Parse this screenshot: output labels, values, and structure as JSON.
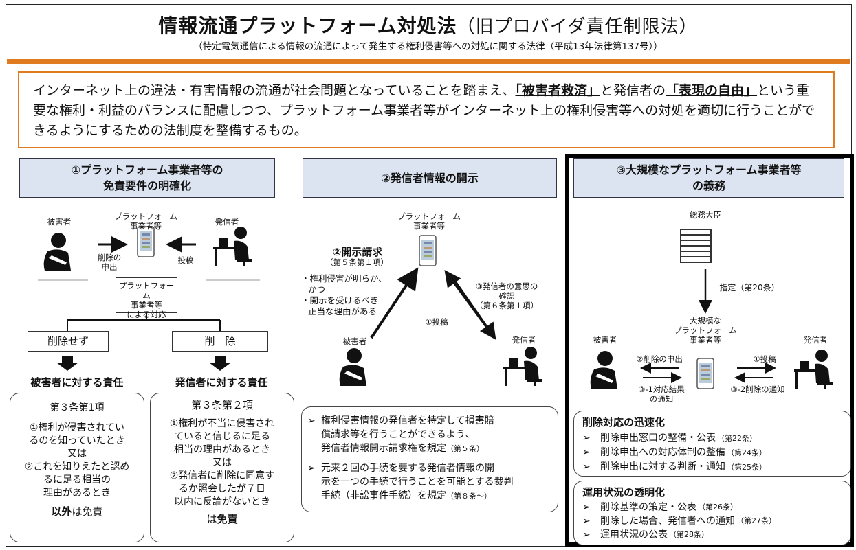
{
  "header": {
    "title": "情報流通プラットフォーム対処法",
    "title_old": "（旧プロバイダ責任制限法）",
    "subtitle": "（特定電気通信による情報の流通によって発生する権利侵害等への対処に関する法律（平成13年法律第137号））"
  },
  "intro": {
    "p1": "インターネット上の違法・有害情報の流通が社会問題となっていることを踏まえ、",
    "u1": "「被害者救済」",
    "p2": "と発信者の",
    "u2": "「表現の自由」",
    "p3": "という重要な権利・利益のバランスに配慮しつつ、プラットフォーム事業者等がインターネット上の権利侵害等への対処を適切に行うことができるようにするための法制度を整備するもの。"
  },
  "section1": {
    "heading_line1": "①プラットフォーム事業者等の",
    "heading_line2": "免責要件の明確化",
    "victim": "被害者",
    "platform_line1": "プラットフォーム",
    "platform_line2": "事業者等",
    "sender": "発信者",
    "request_line1": "削除の",
    "request_line2": "申出",
    "post": "投稿",
    "response_line1": "プラットフォーム",
    "response_line2": "事業者等",
    "response_line3": "による対応",
    "no_delete": "削除せず",
    "delete": "削　除",
    "liability_victim": "被害者に対する責任",
    "liability_sender": "発信者に対する責任",
    "art_3_1": "第３条第1項",
    "art_3_1_l1": "①権利が侵害されてい",
    "art_3_1_l2": "るのを知っていたとき",
    "art_3_1_l3": "又は",
    "art_3_1_l4": "②これを知りえたと認め",
    "art_3_1_l5": "るに足る相当の",
    "art_3_1_l6": "理由があるとき",
    "art_3_1_l7a": "以外",
    "art_3_1_l7b": "は免責",
    "art_3_2": "第３条第２項",
    "art_3_2_l1": "①権利が不当に侵害され",
    "art_3_2_l2": "ていると信じるに足る",
    "art_3_2_l3": "相当の理由があるとき",
    "art_3_2_l4": "又は",
    "art_3_2_l5": "②発信者に削除に同意す",
    "art_3_2_l6": "るか照会したが７日",
    "art_3_2_l7": "以内に反論がないとき",
    "art_3_2_l8a": "は",
    "art_3_2_l8b": "免責"
  },
  "section2": {
    "heading": "②発信者情報の開示",
    "platform_line1": "プラットフォーム",
    "platform_line2": "事業者等",
    "disclosure_req": "②開示請求",
    "disclosure_ref": "（第５条第１項）",
    "cond1_l1": "・権利侵害が明らか、",
    "cond1_l2": "かつ",
    "cond2_l1": "・開示を受けるべき",
    "cond2_l2": "正当な理由がある",
    "confirm_l1": "③発信者の意思の",
    "confirm_l2": "確認",
    "confirm_l3": "（第６条第１項）",
    "post": "①投稿",
    "victim": "被害者",
    "sender": "発信者",
    "b1_l1": "権利侵害情報の発信者を特定して損害賠",
    "b1_l2": "償請求等を行うことができるよう、",
    "b1_l3": "発信者情報開示請求権を規定",
    "b1_ref": "（第５条）",
    "b2_l1": "元来２回の手続を要する発信者情報の開",
    "b2_l2": "示を一つの手続で行うことを可能とする裁判",
    "b2_l3": "手続（非訟事件手続）を規定",
    "b2_ref": "（第８条～）"
  },
  "section3": {
    "heading_line1": "③大規模なプラットフォーム事業者等",
    "heading_line2": "の義務",
    "minister": "総務大臣",
    "designation": "指定（第20条）",
    "large_l1": "大規模な",
    "large_l2": "プラットフォーム",
    "large_l3": "事業者等",
    "victim": "被害者",
    "sender": "発信者",
    "del_request": "②削除の申出",
    "post": "①投稿",
    "result_l1": "③-1対応結果",
    "result_l2": "の通知",
    "del_notice": "③-2削除の通知",
    "speed_title": "削除対応の迅速化",
    "speed_items": [
      {
        "text": "削除申出窓口の整備・公表",
        "ref": "（第22条）"
      },
      {
        "text": "削除申出への対応体制の整備",
        "ref": "（第24条）"
      },
      {
        "text": "削除申出に対する判断・通知",
        "ref": "（第25条）"
      }
    ],
    "trans_title": "運用状況の透明化",
    "trans_items": [
      {
        "text": "削除基準の策定・公表",
        "ref": "（第26条）"
      },
      {
        "text": "削除した場合、発信者への通知",
        "ref": "（第27条）"
      },
      {
        "text": "運用状況の公表",
        "ref": "（第28条）"
      }
    ]
  },
  "colors": {
    "accent": "#e07b1f",
    "heading_bg": "#dce3f1"
  }
}
